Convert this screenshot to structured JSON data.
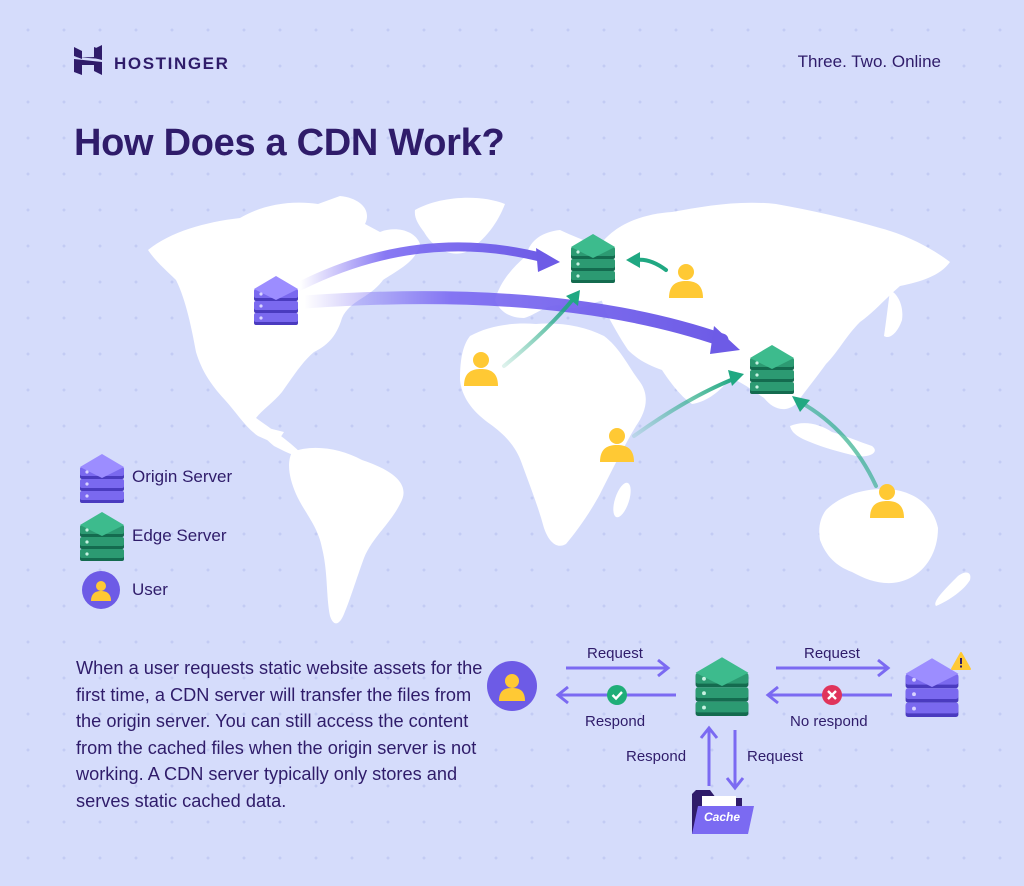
{
  "brand": {
    "name": "HOSTINGER",
    "tagline": "Three. Two. Online"
  },
  "title": "How Does a CDN Work?",
  "legend": [
    {
      "label": "Origin Server",
      "icon": "origin-server-icon"
    },
    {
      "label": "Edge Server",
      "icon": "edge-server-icon"
    },
    {
      "label": "User",
      "icon": "user-icon"
    }
  ],
  "description": "When a user requests static website assets for the first time, a CDN server will transfer the files from the origin server. You can still access the content from the cached files when the origin server is not working. A CDN server typically only stores and serves static cached data.",
  "flow": {
    "request_left": "Request",
    "respond_left": "Respond",
    "request_right": "Request",
    "no_respond": "No respond",
    "respond_cache": "Respond",
    "request_cache": "Request",
    "cache_label": "Cache"
  },
  "colors": {
    "background": "#d5dcfb",
    "navy": "#2f1c6a",
    "origin_purple": "#6d5be6",
    "edge_green": "#2c9a72",
    "user_yellow": "#ffc934",
    "arrow_purple": "#7b6af2",
    "arrow_teal": "#20a882",
    "check_green": "#1fae78",
    "cross_red": "#e0345b",
    "warning": "#ffc934"
  }
}
